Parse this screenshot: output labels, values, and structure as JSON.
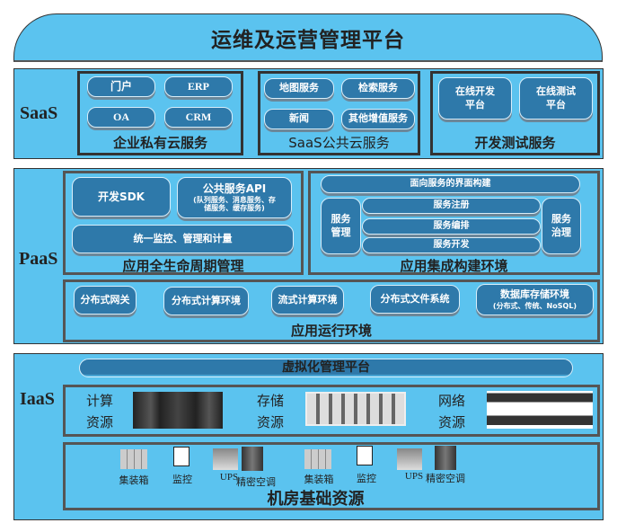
{
  "title": "运维及运营管理平台",
  "saas": {
    "label": "SaaS",
    "private_cloud": {
      "title": "企业私有云服务",
      "items": [
        "门户",
        "ERP",
        "OA",
        "CRM"
      ]
    },
    "public_cloud": {
      "title": "SaaS公共云服务",
      "items": [
        "地图服务",
        "检索服务",
        "新闻",
        "其他增值服务"
      ]
    },
    "dev_test": {
      "title": "开发测试服务",
      "items": [
        [
          "在线开发",
          "平台"
        ],
        [
          "在线测试",
          "平台"
        ]
      ]
    }
  },
  "paas": {
    "label": "PaaS",
    "lifecycle": {
      "title": "应用全生命周期管理",
      "sdk": "开发SDK",
      "api": "公共服务API",
      "api_sub": [
        "(队列服务、消息服务、存",
        "储服务、缓存服务)"
      ],
      "monitor": "统一监控、管理和计量"
    },
    "integration": {
      "title": "应用集成构建环境",
      "ui": "面向服务的界面构建",
      "manage": [
        "服务",
        "管理"
      ],
      "govern": [
        "服务",
        "治理"
      ],
      "middle": [
        "服务注册",
        "服务编排",
        "服务开发"
      ]
    },
    "runtime": {
      "title": "应用运行环境",
      "items": [
        "分布式网关",
        "分布式计算环境",
        "流式计算环境",
        "分布式文件系统"
      ],
      "db": "数据库存储环境",
      "db_sub": "(分布式、传统、NoSQL)"
    }
  },
  "iaas": {
    "label": "IaaS",
    "virtual": "虚拟化管理平台",
    "resources": [
      [
        "计算",
        "资源"
      ],
      [
        "存储",
        "资源"
      ],
      [
        "网络",
        "资源"
      ]
    ],
    "facility": {
      "title": "机房基础资源",
      "items": [
        "集装箱",
        "监控",
        "UPS",
        "精密空调",
        "集装箱",
        "监控",
        "UPS",
        "精密空调"
      ]
    }
  },
  "colors": {
    "light_blue": "#5bc3ef",
    "button_blue": "#2e79aa",
    "border": "#333333"
  }
}
